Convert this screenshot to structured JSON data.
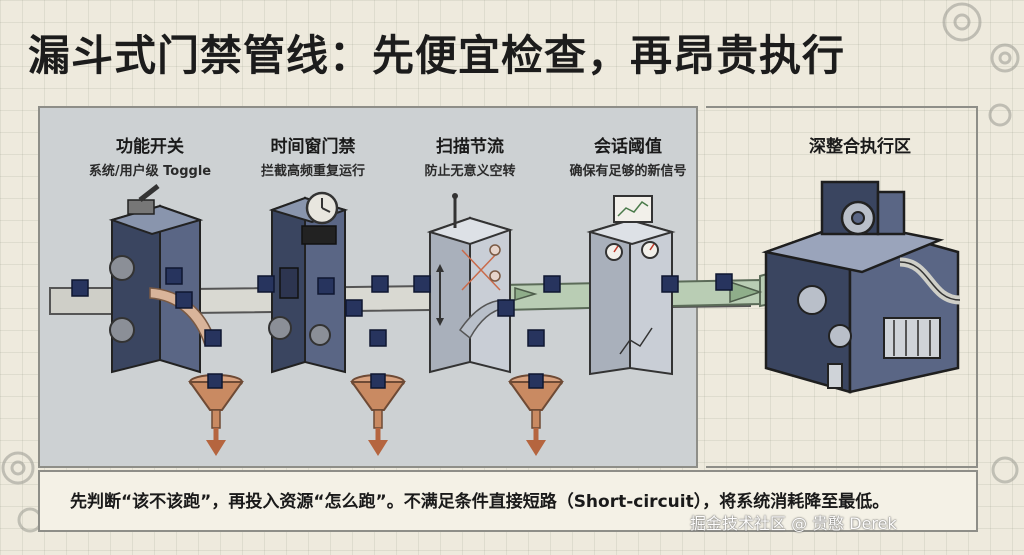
{
  "title": "漏斗式门禁管线：先便宜检查，再昂贵执行",
  "stages": [
    {
      "title": "功能开关",
      "subtitle": "系统/用户级 Toggle"
    },
    {
      "title": "时间窗门禁",
      "subtitle": "拦截高频重复运行"
    },
    {
      "title": "扫描节流",
      "subtitle": "防止无意义空转"
    },
    {
      "title": "会话阈值",
      "subtitle": "确保有足够的新信号"
    }
  ],
  "execution_zone": {
    "title": "深整合执行区"
  },
  "caption": "先判断“该不该跑”，再投入资源“怎么跑”。不满足条件直接短路（Short-circuit），将系统消耗降至最低。",
  "watermark": "掘金技术社区 @ 贵憨 Derek",
  "colors": {
    "cube": "#27345e",
    "funnel": "#c98a62",
    "arrow": "#b5653f",
    "pipe": "#b9cdb4",
    "panel": "#cdd1d3"
  }
}
